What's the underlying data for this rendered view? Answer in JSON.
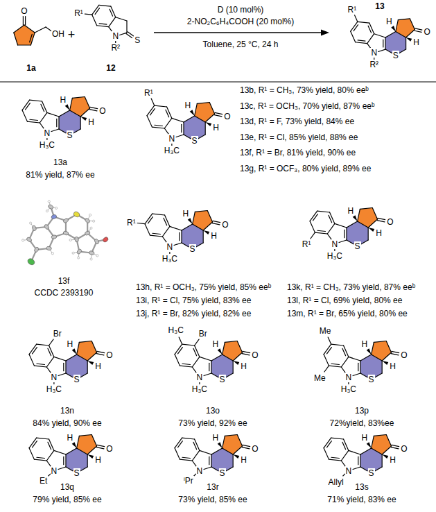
{
  "diagram": {
    "labels": [
      "O",
      "OH",
      "1a",
      "+",
      "R¹",
      "N",
      "R²",
      "S",
      "12",
      "D (10 mol%)",
      "2-NO₂C₆H₄COOH (20 mol%)",
      "Toluene, 25 °C, 24 h",
      "R¹",
      "13",
      "H",
      "O",
      "H",
      "N",
      "R²",
      "S",
      "H",
      "O",
      "H",
      "N",
      "H₃C",
      "S",
      "13a",
      "81% yield, 87% ee",
      "R¹",
      "H",
      "O",
      "H",
      "N",
      "H₃C",
      "S",
      "13b, R¹ = CH₃, 73% yield, 80% eeᵇ",
      "13c, R¹ = OCH₃, 70% yield, 87% eeᵇ",
      "13d, R¹ = F, 73% yield, 84% ee",
      "13e, R¹ = Cl, 85% yield, 88% ee",
      "13f, R¹ = Br, 81% yield, 90% ee",
      "13g, R¹ = OCF₃, 80% yield, 89% ee",
      "13f",
      "CCDC 2393190",
      "R¹",
      "H",
      "O",
      "H",
      "N",
      "H₃C",
      "S",
      "13h, R¹ = OCH₃, 75% yield, 85% eeᵇ",
      "13i, R¹ = Cl, 75% yield, 83% ee",
      "13j, R¹ = Br, 82% yield, 82% ee",
      "R¹",
      "H",
      "O",
      "H",
      "N",
      "H₃C",
      "S",
      "13k, R¹ = CH₃, 73% yield, 87% eeᵇ",
      "13l, R¹ = Cl, 69% yield, 80% ee",
      "13m, R¹ = Br, 65% yield, 80% ee",
      "Br",
      "H",
      "O",
      "H",
      "N",
      "H₃C",
      "S",
      "13n",
      "84% yield, 90% ee",
      "H₃C",
      "Br",
      "H",
      "O",
      "H",
      "N",
      "H₃C",
      "S",
      "13o",
      "73% yield, 92% ee",
      "Me",
      "Me",
      "H",
      "O",
      "H",
      "N",
      "H₃C",
      "S",
      "13p",
      "72%yield, 83%ee",
      "H",
      "O",
      "H",
      "N",
      "Et",
      "S",
      "13q",
      "79% yield, 85% ee",
      "H",
      "O",
      "H",
      "N",
      "ⁱPr",
      "S",
      "13r",
      "73% yield, 85% ee",
      "H",
      "O",
      "H",
      "N",
      "Allyl",
      "S",
      "13s",
      "71% yield, 83% ee"
    ]
  }
}
